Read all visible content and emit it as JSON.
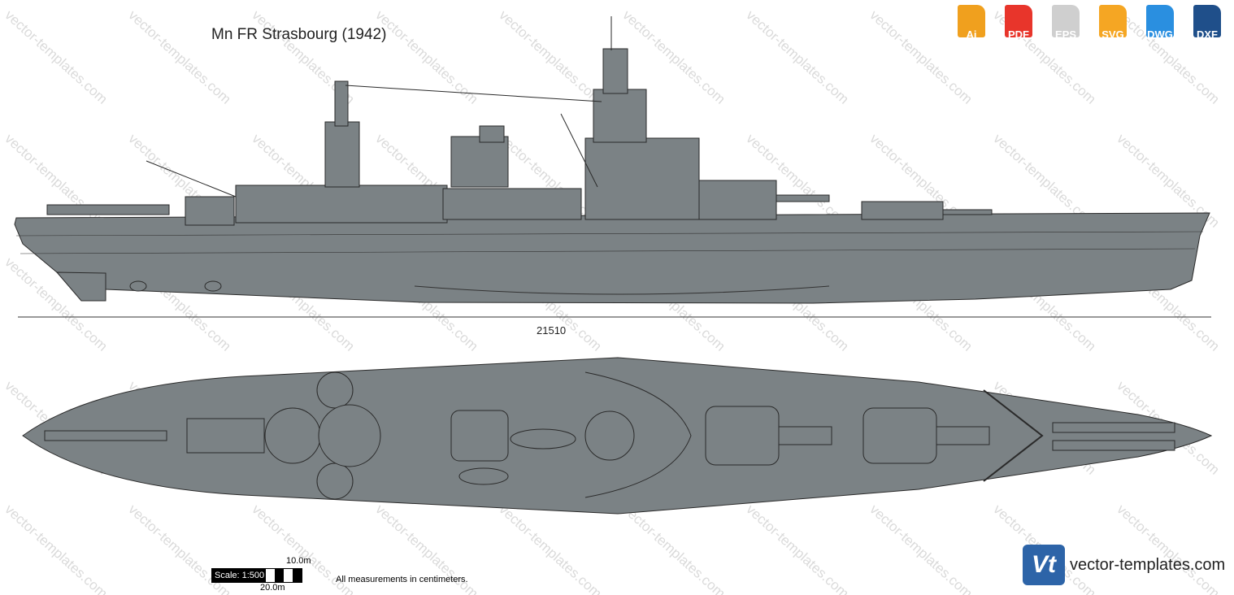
{
  "title": "Mn FR Strasbourg (1942)",
  "formats": [
    {
      "label": "Ai",
      "color": "#f0a01e",
      "icon": "ai-file-icon"
    },
    {
      "label": "PDF",
      "color": "#e8352b",
      "icon": "pdf-file-icon"
    },
    {
      "label": "EPS",
      "color": "#cfcfcf",
      "icon": "eps-file-icon"
    },
    {
      "label": "SVG",
      "color": "#f5a623",
      "icon": "svg-file-icon"
    },
    {
      "label": "DWG",
      "color": "#2a8fe0",
      "icon": "dwg-file-icon"
    },
    {
      "label": "DXF",
      "color": "#1f4f8a",
      "icon": "dxf-file-icon"
    }
  ],
  "dimension": "21510",
  "scale": {
    "label": "Scale: 1:500",
    "short": "10.0m",
    "long": "20.0m",
    "note": "All measurements in centimeters."
  },
  "brand": {
    "logo": "Vt",
    "text": "vector-templates.com"
  },
  "watermark": "vector-templates.com",
  "colors": {
    "hull": "#7b8285",
    "deck": "#7b8285",
    "outline": "#2a2a2a"
  }
}
